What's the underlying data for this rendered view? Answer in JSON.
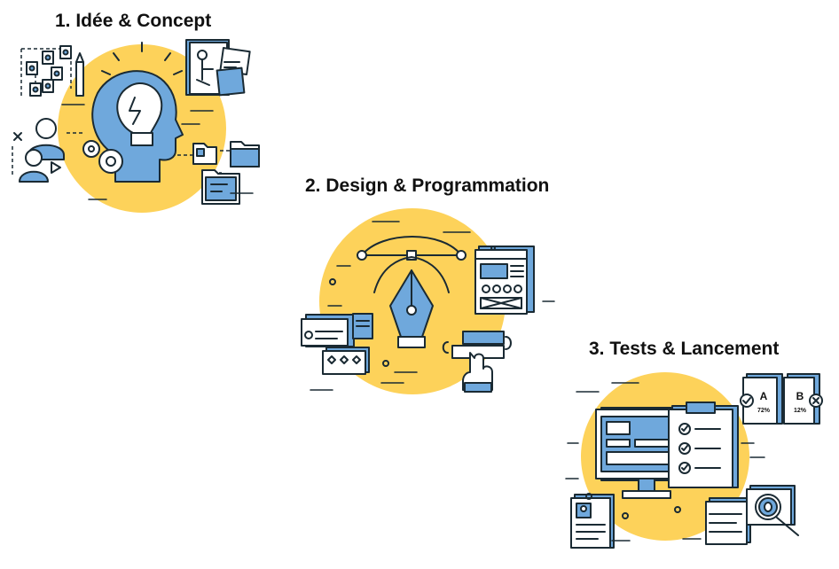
{
  "steps": [
    {
      "title": "1. Idée & Concept"
    },
    {
      "title": "2. Design & Programmation"
    },
    {
      "title": "3. Tests & Lancement"
    }
  ],
  "ab_test": {
    "a_label": "A",
    "a_value": "72%",
    "b_label": "B",
    "b_value": "12%"
  },
  "colors": {
    "accent_yellow": "#fdd25a",
    "icon_blue": "#6fa8dc",
    "outline": "#1a2a33"
  }
}
